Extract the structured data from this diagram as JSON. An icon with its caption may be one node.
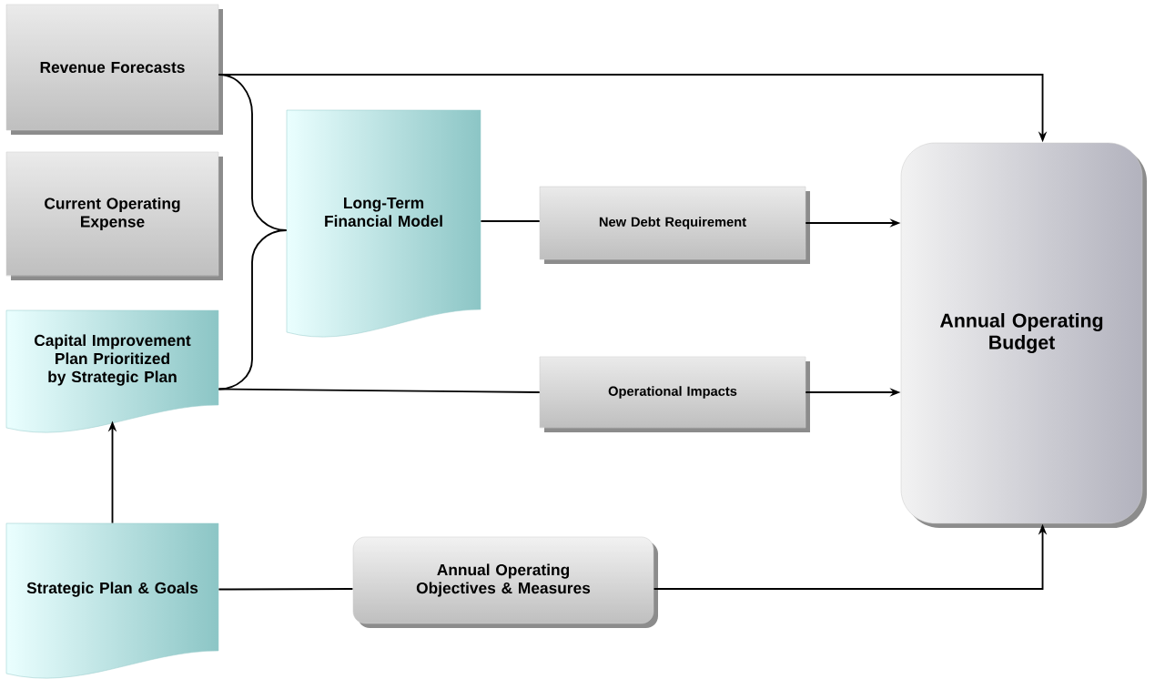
{
  "diagram": {
    "nodes": [
      {
        "text": [
          "Revenue Forecasts"
        ]
      },
      {
        "text": [
          "Current Operating Expense"
        ]
      },
      {
        "text": [
          "Capital Improvement Plan Prioritized by Strategic Plan"
        ]
      },
      {
        "text": [
          "Strategic Plan & Goals"
        ]
      },
      {
        "text": [
          "Long-Term Financial Model"
        ]
      },
      {
        "text": [
          "New Debt Requirement"
        ]
      },
      {
        "text": [
          "Operational Impacts"
        ]
      },
      {
        "text": [
          "Annual Operating Objectives & Measures"
        ]
      },
      {
        "text": [
          "Annual Operating Budget"
        ]
      }
    ],
    "edges": [
      {
        "from": 0,
        "to": 8,
        "arrow": "to"
      },
      {
        "from": 0,
        "to": 4,
        "arrow": "none"
      },
      {
        "from": 2,
        "to": 4,
        "arrow": "none"
      },
      {
        "from": 4,
        "to": 5,
        "arrow": "none"
      },
      {
        "from": 5,
        "to": 8,
        "arrow": "to"
      },
      {
        "from": 2,
        "to": 6,
        "arrow": "none"
      },
      {
        "from": 6,
        "to": 8,
        "arrow": "to"
      },
      {
        "from": 3,
        "to": 2,
        "arrow": "to"
      },
      {
        "from": 3,
        "to": 7,
        "arrow": "none"
      },
      {
        "from": 7,
        "to": 8,
        "arrow": "to"
      }
    ]
  }
}
